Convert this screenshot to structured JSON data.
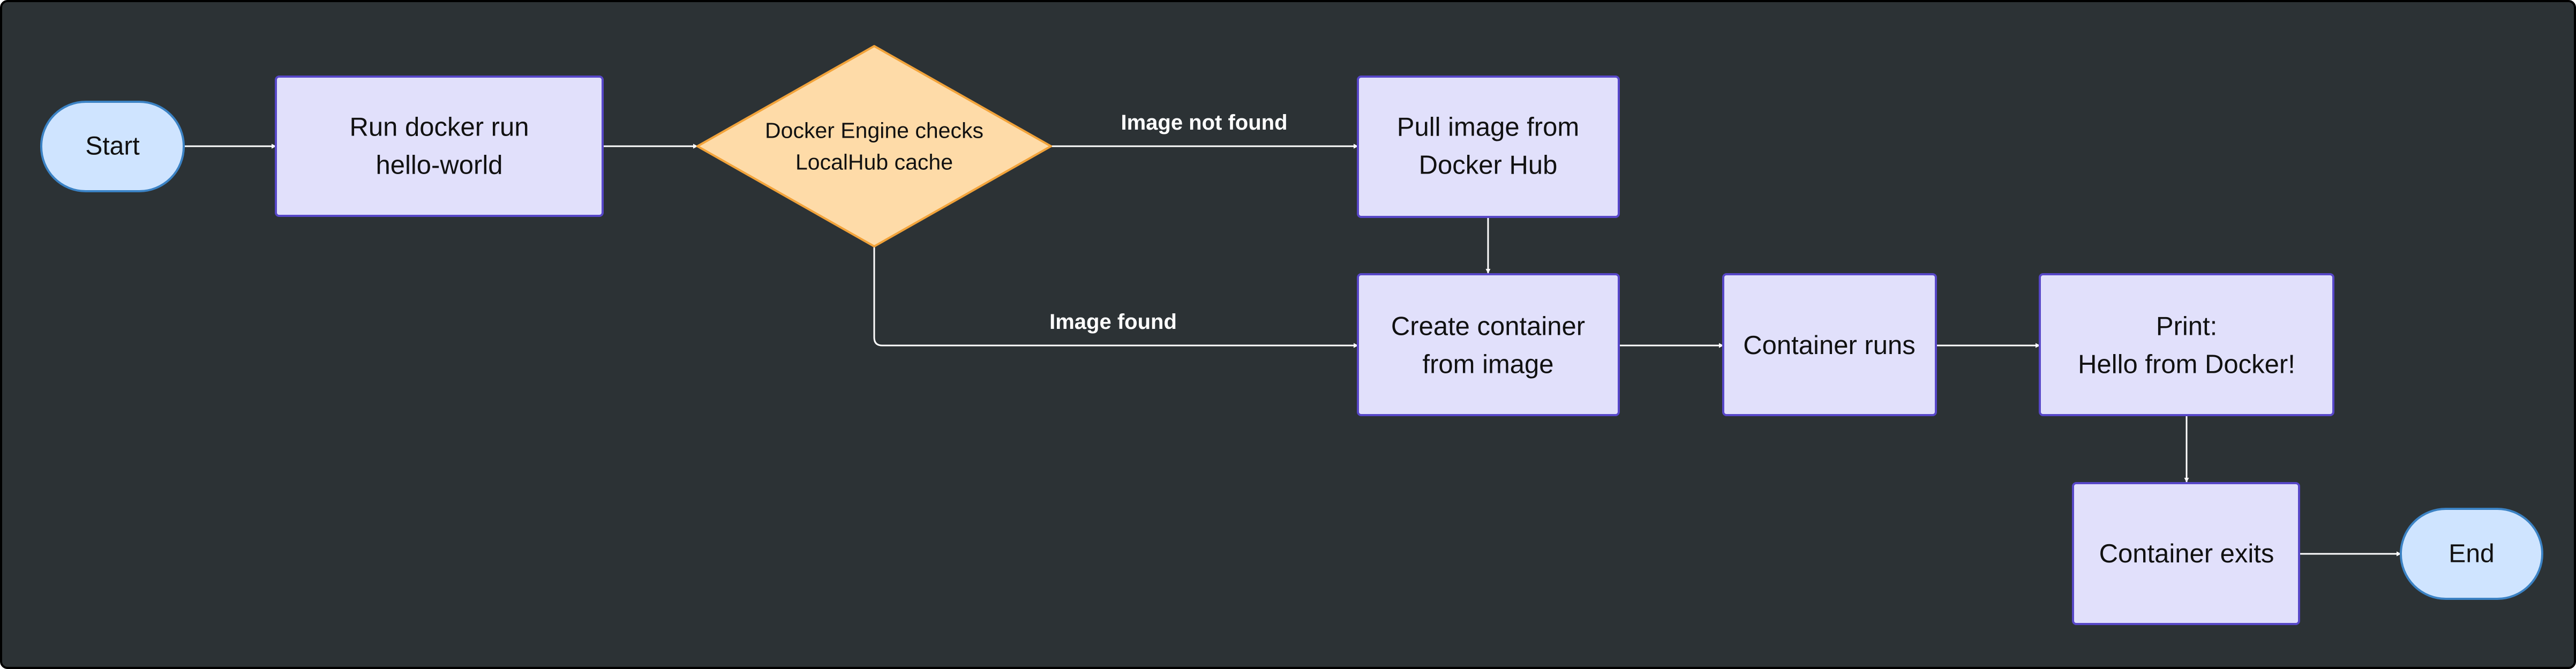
{
  "diagram": {
    "type": "flowchart",
    "colors": {
      "background": "#2c3235",
      "frame": "#000000",
      "terminal_fill": "#cfe4ff",
      "terminal_stroke": "#3b82c4",
      "process_fill": "#e1e0fb",
      "process_stroke": "#5747c8",
      "decision_fill": "#fedba8",
      "decision_stroke": "#f2a33a",
      "edge": "#ffffff"
    },
    "nodes": {
      "start": {
        "lines": [
          "Start"
        ]
      },
      "run": {
        "lines": [
          "Run docker run",
          "hello-world"
        ]
      },
      "check": {
        "lines": [
          "Docker Engine checks",
          "LocalHub cache"
        ]
      },
      "pull": {
        "lines": [
          "Pull image from",
          "Docker Hub"
        ]
      },
      "create": {
        "lines": [
          "Create container",
          "from image"
        ]
      },
      "runs": {
        "lines": [
          "Container runs"
        ]
      },
      "print": {
        "lines": [
          "Print:",
          "Hello from Docker!"
        ]
      },
      "exits": {
        "lines": [
          "Container exits"
        ]
      },
      "end": {
        "lines": [
          "End"
        ]
      }
    },
    "edges": {
      "start_run": {
        "from": "Start",
        "to": "Run docker run hello-world",
        "label": ""
      },
      "run_check": {
        "from": "Run docker run hello-world",
        "to": "Docker Engine checks LocalHub cache",
        "label": ""
      },
      "check_pull": {
        "from": "Docker Engine checks LocalHub cache",
        "to": "Pull image from Docker Hub",
        "label": "Image not found"
      },
      "check_create": {
        "from": "Docker Engine checks LocalHub cache",
        "to": "Create container from image",
        "label": "Image found"
      },
      "pull_create": {
        "from": "Pull image from Docker Hub",
        "to": "Create container from image",
        "label": ""
      },
      "create_runs": {
        "from": "Create container from image",
        "to": "Container runs",
        "label": ""
      },
      "runs_print": {
        "from": "Container runs",
        "to": "Print: Hello from Docker!",
        "label": ""
      },
      "print_exits": {
        "from": "Print: Hello from Docker!",
        "to": "Container exits",
        "label": ""
      },
      "exits_end": {
        "from": "Container exits",
        "to": "End",
        "label": ""
      }
    }
  }
}
